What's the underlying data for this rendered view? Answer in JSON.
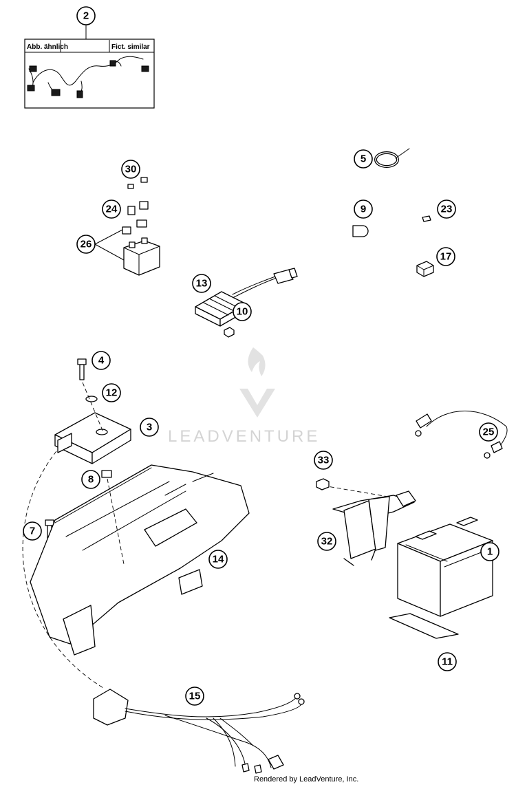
{
  "inset": {
    "label_left": "Abb. ähnlich",
    "label_right": "Fict. similar"
  },
  "watermark": {
    "brand": "LEADVENTURE"
  },
  "footer": {
    "credit": "Rendered by LeadVenture, Inc."
  },
  "callouts": [
    "2",
    "30",
    "24",
    "26",
    "5",
    "9",
    "23",
    "17",
    "13",
    "10",
    "4",
    "12",
    "3",
    "8",
    "7",
    "14",
    "25",
    "33",
    "32",
    "1",
    "11",
    "15"
  ]
}
